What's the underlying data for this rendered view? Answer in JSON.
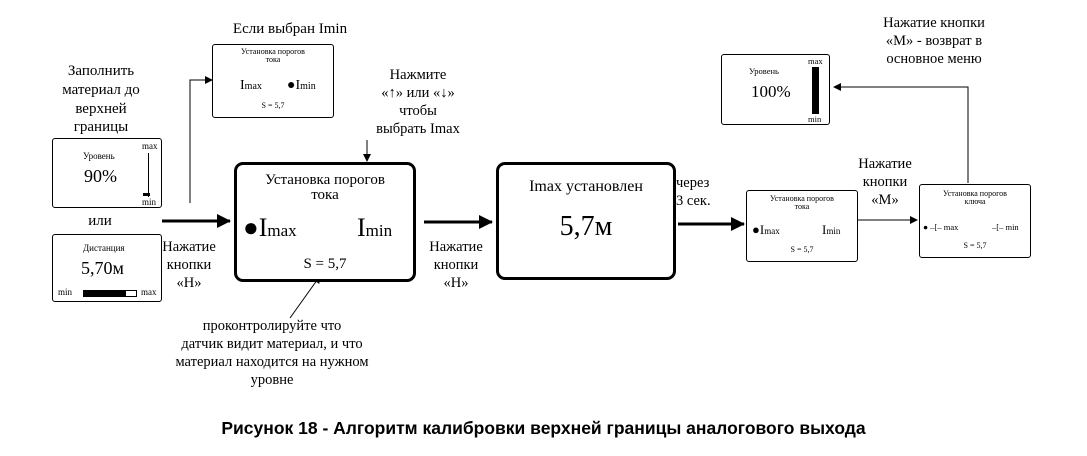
{
  "labels": {
    "fill_material": "Заполнить\nматериал до\nверхней\nграницы",
    "or": "или",
    "press_h_1": "Нажатие\nкнопки\n«Н»",
    "press_h_2": "Нажатие\nкнопки\n«Н»",
    "if_imin": "Если выбран Imin",
    "press_arrows": "Нажмите\n«↑» или «↓»\nчтобы\nвыбрать Imax",
    "check_sensor": "проконтролируйте что\nдатчик видит материал, и что\nматериал находится на нужном\nуровне",
    "after_3s": "через\n3 сек.",
    "press_m": "Нажатие\nкнопки\n«М»",
    "return_menu": "Нажатие кнопки\n«М» - возврат в\nосновное меню"
  },
  "screens": {
    "level_90": {
      "title": "Уровень",
      "value": "90%",
      "max": "max",
      "min": "min",
      "level_fraction": 0.1
    },
    "distance": {
      "title": "Дистанция",
      "value": "5,70м",
      "min": "min",
      "max": "max",
      "fill_fraction": 0.8
    },
    "thresholds_small": {
      "title": "Установка порогов\nтока",
      "imax": "I",
      "imax_sub": "max",
      "imin": "I",
      "imin_sub": "min",
      "s": "S = 5,7"
    },
    "thresholds_main": {
      "title": "Установка порогов\nтока",
      "imax": "I",
      "imax_sub": "max",
      "imin": "I",
      "imin_sub": "min",
      "s": "S = 5,7"
    },
    "imax_set": {
      "title": "Imax установлен",
      "value": "5,7м"
    },
    "thresholds_right": {
      "title": "Установка порогов\nтока",
      "imax": "I",
      "imax_sub": "max",
      "imin": "I",
      "imin_sub": "min",
      "s": "S = 5,7"
    },
    "key_thresholds": {
      "title": "Установка порогов\nключа",
      "max_label": "–[– max",
      "min_label": "–[– min",
      "s": "S = 5,7"
    },
    "level_100": {
      "title": "Уровень",
      "value": "100%",
      "max": "max",
      "min": "min",
      "level_fraction": 1.0
    }
  },
  "caption": "Рисунок 18 - Алгоритм калибровки верхней границы аналогового выхода"
}
